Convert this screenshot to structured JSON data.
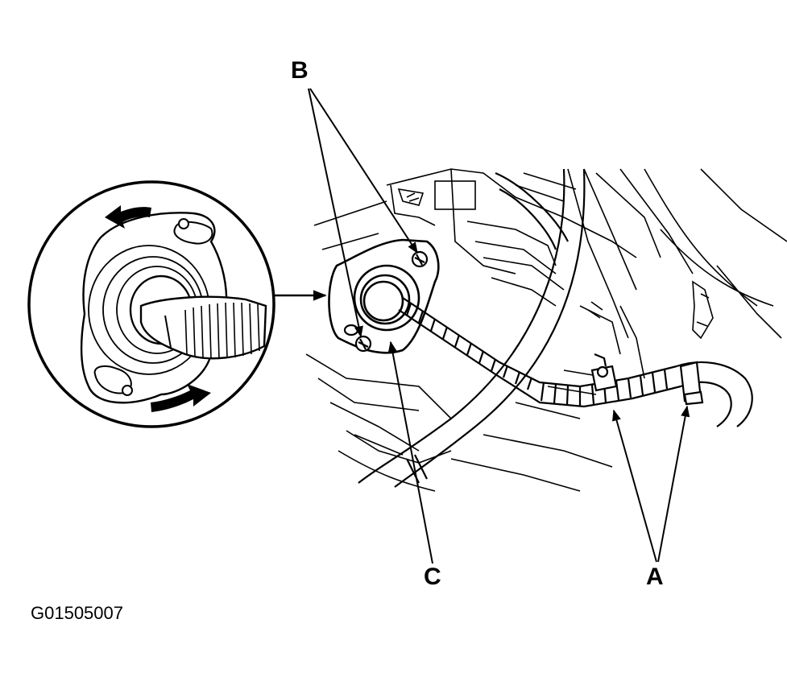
{
  "callouts": {
    "a": "A",
    "b": "B",
    "c": "C"
  },
  "figure_id": "G01505007",
  "colors": {
    "ink": "#000000",
    "paper": "#ffffff"
  }
}
